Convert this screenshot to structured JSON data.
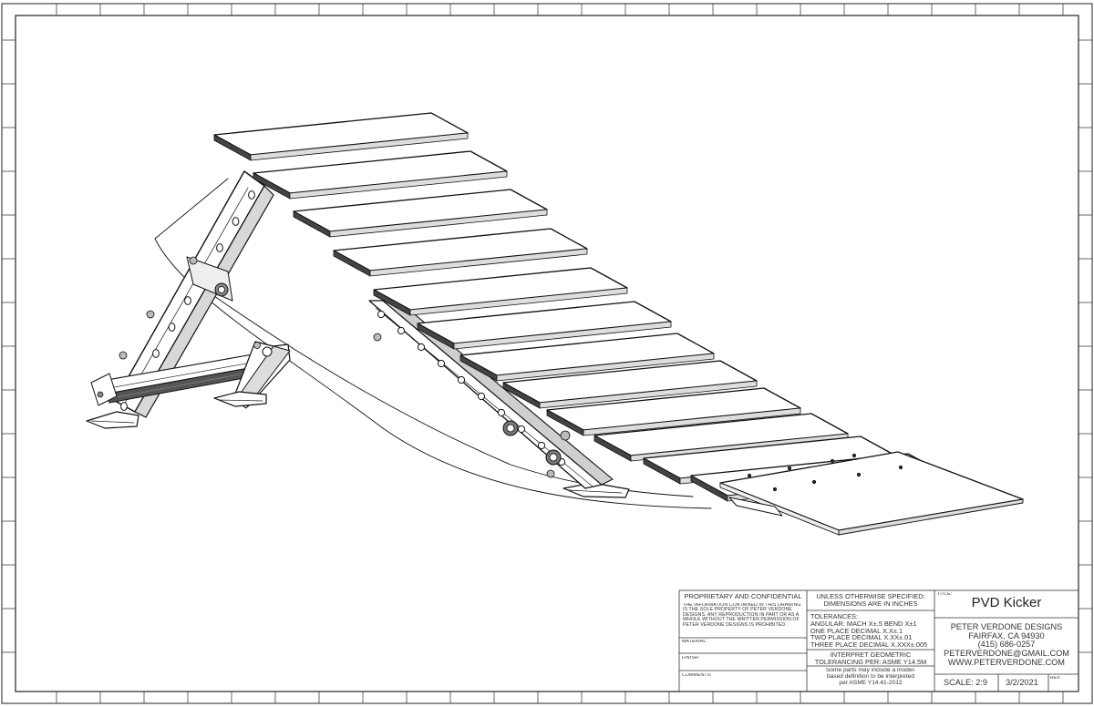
{
  "title_block": {
    "proprietary": {
      "heading": "PROPRIETARY AND CONFIDENTIAL",
      "lines": [
        "THE INFORMATION CONTAINED IN THIS DRAWING",
        "IS THE SOLE PROPERTY OF PETER VERDONE",
        "DESIGNS.  ANY REPRODUCTION IN PART OR AS A",
        "WHOLE WITHOUT THE WRITTEN PERMISSION OF",
        "PETER VERDONE DESIGNS IS PROHIBITED."
      ]
    },
    "material_label": "MATERIAL:",
    "finish_label": "FINISH:",
    "comments_label": "COMMENTS:",
    "unless": [
      "UNLESS OTHERWISE SPECIFIED:",
      "DIMENSIONS ARE IN INCHES"
    ],
    "tolerances": [
      "TOLERANCES:",
      "ANGULAR: MACH X±.5   BEND X±1",
      "ONE PLACE DECIMAL    X.X±.1",
      "TWO PLACE DECIMAL    X.XX±.01",
      "THREE PLACE DECIMAL  X.XXX±.005"
    ],
    "interpret": [
      "INTERPRET GEOMETRIC",
      "TOLERANCING PER: ASME Y14.5M"
    ],
    "model_note": [
      "Some parts may include a model-",
      "based definition to be interpreted",
      "per ASME Y14.41-2012"
    ],
    "title_label": "TITLE:",
    "title": "PVD Kicker",
    "company": [
      "PETER VERDONE DESIGNS",
      "FAIRFAX, CA 94930",
      "(415) 686-0257",
      "PETERVERDONE@GMAIL.COM",
      "WWW.PETERVERDONE.COM"
    ],
    "scale": "SCALE: 2:9",
    "date": "3/2/2021",
    "rev_label": "REV"
  }
}
